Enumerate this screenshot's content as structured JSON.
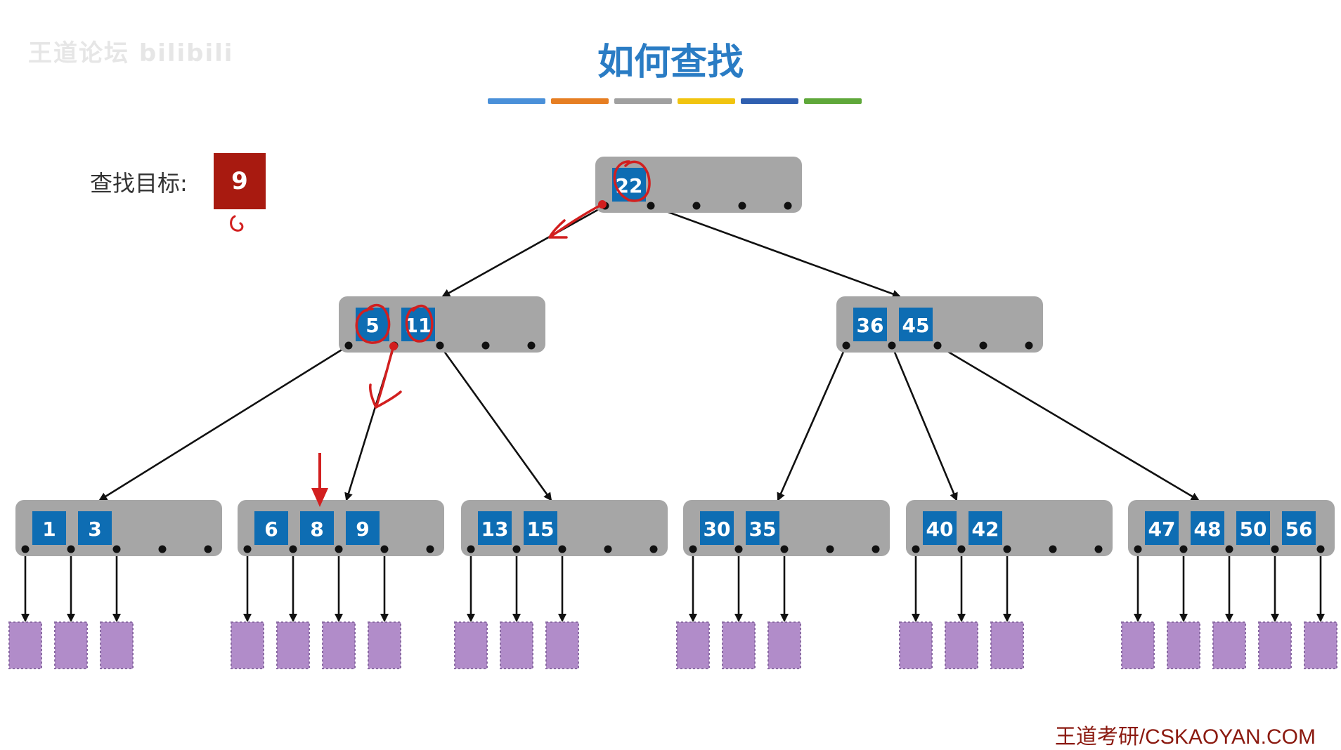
{
  "watermark": "王道论坛 bilibili",
  "header": {
    "title": "如何查找"
  },
  "accent_bars": [
    "#4a90d9",
    "#e67e22",
    "#a0a0a0",
    "#f1c40f",
    "#2f5fb0",
    "#5fa83a"
  ],
  "search": {
    "label": "查找目标:",
    "value": "9"
  },
  "footer": {
    "text": "王道考研/CSKAOYAN.COM"
  },
  "colors": {
    "node_bg": "#a6a6a6",
    "key_bg": "#0e6db3",
    "leaf_bg": "#b18cc9",
    "annotation": "#d21f1f",
    "target_bg": "#a81a10"
  },
  "tree": {
    "root": {
      "keys": [
        "22"
      ]
    },
    "level2": [
      {
        "keys": [
          "5",
          "11"
        ]
      },
      {
        "keys": [
          "36",
          "45"
        ]
      }
    ],
    "level3": [
      {
        "keys": [
          "1",
          "3"
        ]
      },
      {
        "keys": [
          "6",
          "8",
          "9"
        ]
      },
      {
        "keys": [
          "13",
          "15"
        ]
      },
      {
        "keys": [
          "30",
          "35"
        ]
      },
      {
        "keys": [
          "40",
          "42"
        ]
      },
      {
        "keys": [
          "47",
          "48",
          "50",
          "56"
        ]
      }
    ]
  }
}
